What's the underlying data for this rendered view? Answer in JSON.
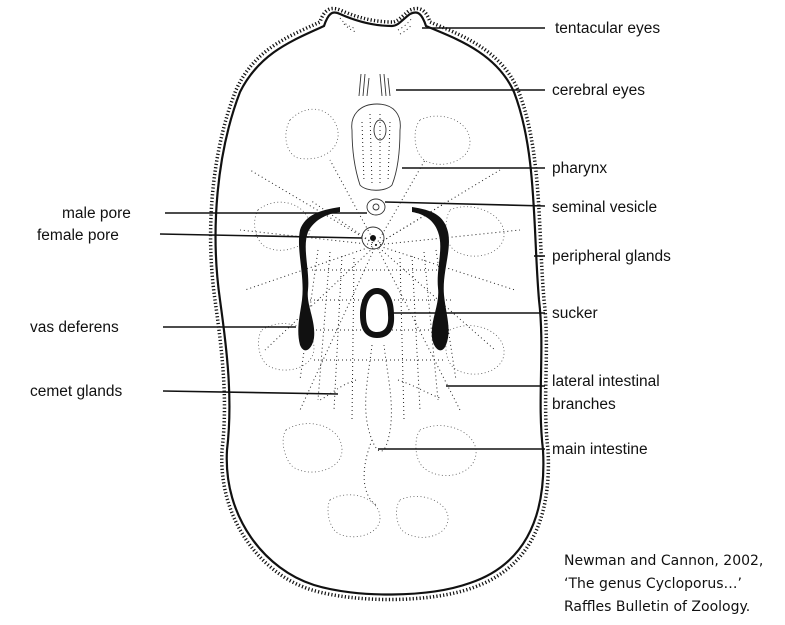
{
  "labels": {
    "tentacular_eyes": "tentacular eyes",
    "cerebral_eyes": "cerebral eyes",
    "pharynx": "pharynx",
    "seminal_vesicle": "seminal vesicle",
    "peripheral_glands": "peripheral glands",
    "sucker": "sucker",
    "lateral_intestinal_1": "lateral intestinal",
    "lateral_intestinal_2": "branches",
    "main_intestine": "main intestine",
    "male_pore": "male pore",
    "female_pore": "female pore",
    "vas_deferens": "vas deferens",
    "cemet_glands": "cemet glands"
  },
  "citation": {
    "line1": "Newman and Cannon, 2002,",
    "line2": "‘The genus Cycloporus…’",
    "line3": "Raffles Bulletin of Zoology."
  }
}
